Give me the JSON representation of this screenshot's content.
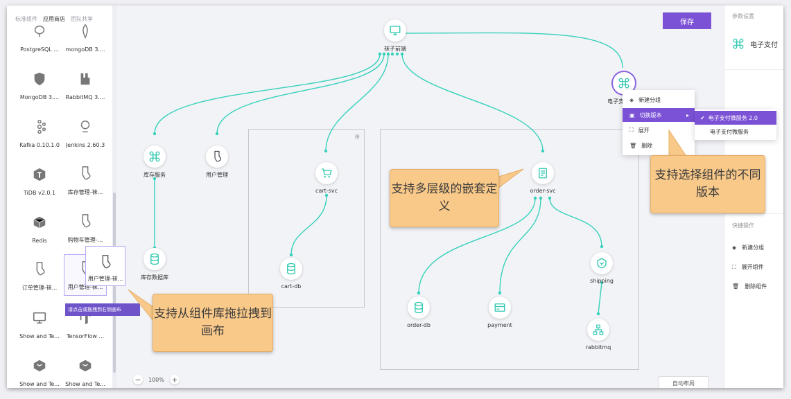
{
  "library": {
    "tabs": [
      "标准组件",
      "应用商店",
      "团队共享"
    ],
    "active_tab": 1,
    "cards": [
      {
        "label": "PostgreSQL ...",
        "icon": "postgresql-icon"
      },
      {
        "label": "mongoDB 3....",
        "icon": "mongodb-icon"
      },
      {
        "label": "MongoDB 3....",
        "icon": "shield-icon"
      },
      {
        "label": "RabbitMQ 3....",
        "icon": "rabbitmq-icon"
      },
      {
        "label": "Kafka 0.10.1.0",
        "icon": "kafka-icon"
      },
      {
        "label": "Jenkins 2.60.3",
        "icon": "jenkins-icon"
      },
      {
        "label": "TiDB v2.0.1",
        "icon": "tidb-icon"
      },
      {
        "label": "库存管理-袜...",
        "icon": "sock-icon"
      },
      {
        "label": "Redis",
        "icon": "cube-icon"
      },
      {
        "label": "购物车管理-...",
        "icon": "sock-icon"
      },
      {
        "label": "订单管理-袜...",
        "icon": "sock-icon"
      },
      {
        "label": "用户管理-袜...",
        "icon": "sock-icon"
      },
      {
        "label": "Show and Te...",
        "icon": "monitor-icon"
      },
      {
        "label": "TensorFlow ...",
        "icon": "tensorflow-icon"
      },
      {
        "label": "Show and Te...",
        "icon": "box-icon"
      },
      {
        "label": "Show and Te...",
        "icon": "box-icon"
      }
    ],
    "drag_label": "用户管理-袜...",
    "drag_hint": "请点击或拖拽到右侧画布"
  },
  "toolbar": {
    "save_label": "保存"
  },
  "canvas": {
    "nodes": [
      {
        "id": "front",
        "label": "袜子前端",
        "icon": "monitor-icon"
      },
      {
        "id": "pay",
        "label": "电子支付微...",
        "icon": "command-icon"
      },
      {
        "id": "inventory",
        "label": "库存服务",
        "icon": "command-icon"
      },
      {
        "id": "user",
        "label": "用户管理",
        "icon": "sock-icon"
      },
      {
        "id": "cart",
        "label": "cart-svc",
        "icon": "cart-icon"
      },
      {
        "id": "order",
        "label": "order-svc",
        "icon": "receipt-icon"
      },
      {
        "id": "invdb",
        "label": "库存数据库",
        "icon": "database-icon"
      },
      {
        "id": "cartdb",
        "label": "cart-db",
        "icon": "database-icon"
      },
      {
        "id": "orderdb",
        "label": "order-db",
        "icon": "database-icon"
      },
      {
        "id": "payment",
        "label": "payment",
        "icon": "card-icon"
      },
      {
        "id": "shipping",
        "label": "shipping",
        "icon": "shipping-icon"
      },
      {
        "id": "rabbitmq",
        "label": "rabbitmq",
        "icon": "network-icon"
      }
    ],
    "zoom": "100%",
    "auto_layout": "自动布局"
  },
  "context_menu": {
    "items": [
      {
        "label": "新建分组",
        "icon": "layers-icon"
      },
      {
        "label": "切换版本",
        "icon": "swap-icon"
      },
      {
        "label": "展开",
        "icon": "expand-icon"
      },
      {
        "label": "删除",
        "icon": "trash-icon"
      }
    ],
    "active_index": 1,
    "submenu": [
      {
        "label": "电子支付微服务 2.0",
        "checked": true
      },
      {
        "label": "电子支付微服务",
        "checked": false
      }
    ]
  },
  "callouts": {
    "drag": "支持从组件库拖拉拽到画布",
    "nested": "支持多层级的嵌套定义",
    "version": "支持选择组件的不同版本"
  },
  "panel": {
    "title": "参数设置",
    "selected": "电子支付",
    "quick_title": "快捷操作",
    "actions": [
      {
        "label": "新建分组",
        "icon": "layers-icon"
      },
      {
        "label": "展开组件",
        "icon": "expand-icon"
      },
      {
        "label": "删除组件",
        "icon": "trash-icon"
      }
    ]
  },
  "colors": {
    "accent": "#7b52d6",
    "link": "#35d1bb",
    "callout": "#f9c98a"
  }
}
